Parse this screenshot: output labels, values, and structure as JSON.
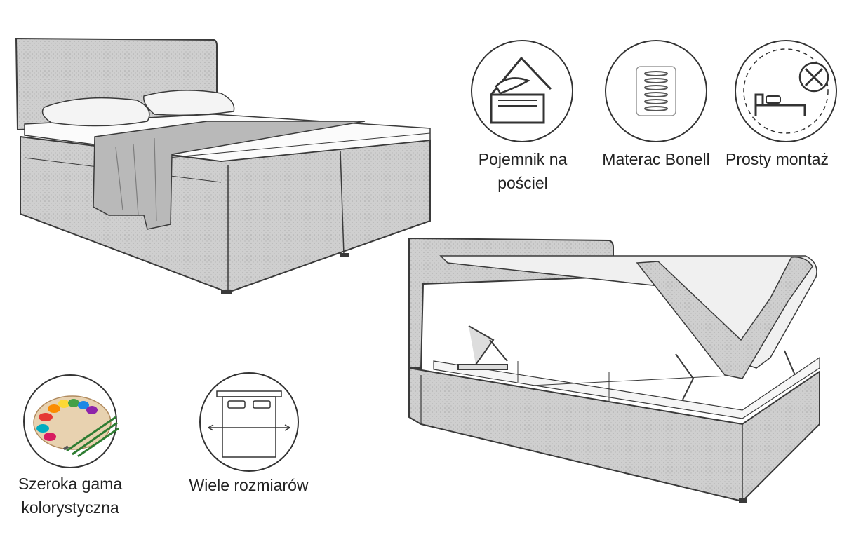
{
  "features": [
    {
      "icon": "storage-box-icon",
      "label_lines": [
        "Pojemnik na",
        "pościel"
      ]
    },
    {
      "icon": "bonell-spring-icon",
      "label_lines": [
        "Materac Bonell"
      ]
    },
    {
      "icon": "easy-assembly-icon",
      "label_lines": [
        "Prosty montaż"
      ]
    },
    {
      "icon": "color-palette-icon",
      "label_lines": [
        "Szeroka gama",
        "kolorystyczna"
      ]
    },
    {
      "icon": "bed-sizes-icon",
      "label_lines": [
        "Wiele rozmiarów"
      ]
    }
  ],
  "colors": {
    "fabric": "#c9c9c9",
    "outline": "#3a3a3a",
    "separator": "#bdbdbd"
  }
}
